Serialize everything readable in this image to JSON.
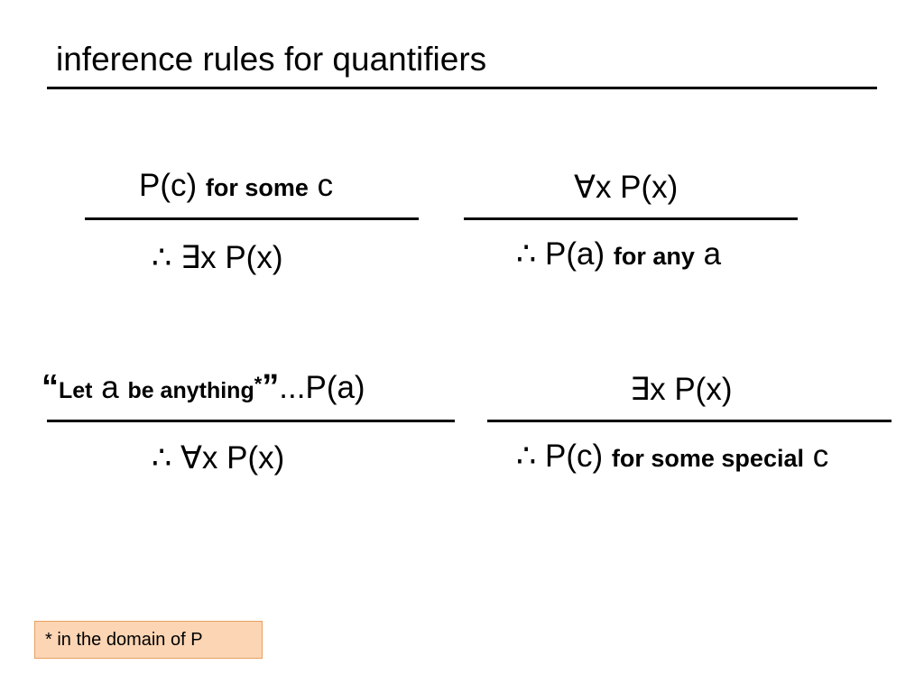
{
  "slide": {
    "title": "inference rules for quantifiers"
  },
  "rules": {
    "existential_intro": {
      "premise_main": "P(c)",
      "premise_note": "for some",
      "premise_var": "c",
      "conclusion": "∴ ∃x P(x)"
    },
    "universal_elim": {
      "premise": "∀x P(x)",
      "conclusion_main": "∴ P(a)",
      "conclusion_note": "for any",
      "conclusion_var": "a"
    },
    "universal_intro": {
      "open_quote": "“",
      "let": "Let",
      "var": "a",
      "rest": "be anything",
      "star": "*",
      "close_quote": "”",
      "tail": "...P(a)",
      "conclusion": "∴ ∀x P(x)"
    },
    "existential_elim": {
      "premise": "∃x P(x)",
      "conclusion_main": "∴ P(c)",
      "conclusion_note": "for some special",
      "conclusion_var": "c"
    }
  },
  "footnote": {
    "text": "* in the domain of P",
    "background_color": "#fcd5b4",
    "border_color": "#e8a060"
  }
}
